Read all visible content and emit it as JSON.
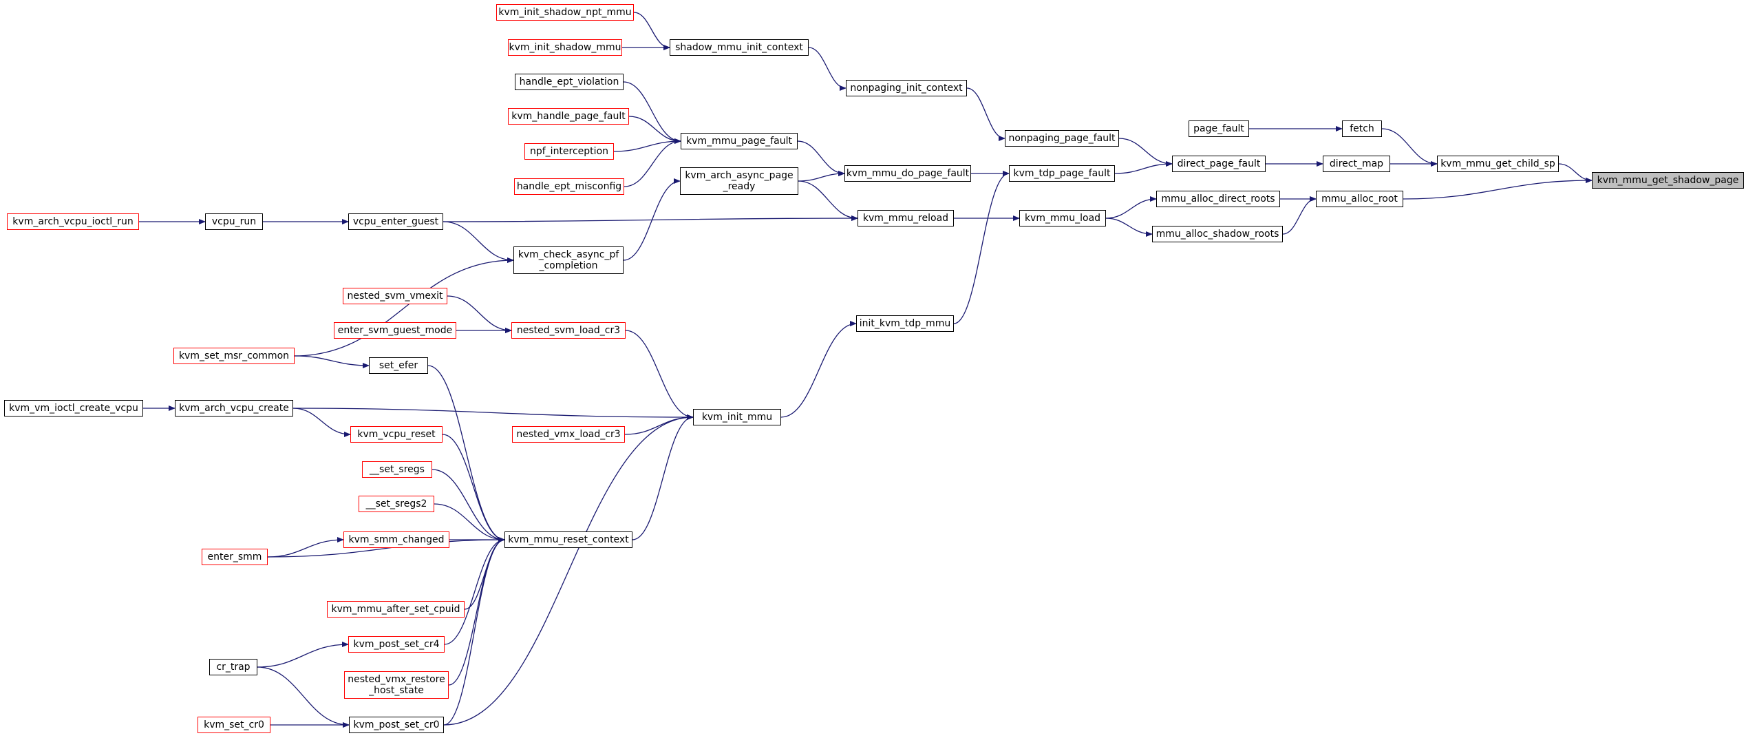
{
  "colors": {
    "edge": "#191970",
    "node_border": "#000000",
    "truncated_border": "#ff0000",
    "target_fill": "#bfbfbf",
    "background": "#ffffff"
  },
  "nodes": {
    "kvm_mmu_get_shadow_page": {
      "label": "kvm_mmu_get_shadow_page",
      "style": "target"
    },
    "kvm_mmu_get_child_sp": {
      "label": "kvm_mmu_get_child_sp",
      "style": "normal"
    },
    "mmu_alloc_root": {
      "label": "mmu_alloc_root",
      "style": "normal"
    },
    "fetch": {
      "label": "fetch",
      "style": "normal"
    },
    "direct_map": {
      "label": "direct_map",
      "style": "normal"
    },
    "mmu_alloc_direct_roots": {
      "label": "mmu_alloc_direct_roots",
      "style": "normal"
    },
    "mmu_alloc_shadow_roots": {
      "label": "mmu_alloc_shadow_roots",
      "style": "normal"
    },
    "page_fault": {
      "label": "page_fault",
      "style": "normal"
    },
    "direct_page_fault": {
      "label": "direct_page_fault",
      "style": "normal"
    },
    "kvm_mmu_load": {
      "label": "kvm_mmu_load",
      "style": "normal"
    },
    "nonpaging_page_fault": {
      "label": "nonpaging_page_fault",
      "style": "normal"
    },
    "kvm_tdp_page_fault": {
      "label": "kvm_tdp_page_fault",
      "style": "normal"
    },
    "nonpaging_init_context": {
      "label": "nonpaging_init_context",
      "style": "normal"
    },
    "shadow_mmu_init_context": {
      "label": "shadow_mmu_init_context",
      "style": "normal"
    },
    "kvm_init_shadow_npt_mmu": {
      "label": "kvm_init_shadow_npt_mmu",
      "style": "truncated"
    },
    "kvm_init_shadow_mmu": {
      "label": "kvm_init_shadow_mmu",
      "style": "truncated"
    },
    "kvm_mmu_do_page_fault": {
      "label": "kvm_mmu_do_page_fault",
      "style": "normal"
    },
    "kvm_mmu_reload": {
      "label": "kvm_mmu_reload",
      "style": "normal"
    },
    "init_kvm_tdp_mmu": {
      "label": "init_kvm_tdp_mmu",
      "style": "normal"
    },
    "kvm_mmu_page_fault": {
      "label": "kvm_mmu_page_fault",
      "style": "normal"
    },
    "kvm_arch_async_page_ready": {
      "label": "kvm_arch_async_page\n_ready",
      "style": "normal"
    },
    "handle_ept_violation": {
      "label": "handle_ept_violation",
      "style": "normal"
    },
    "kvm_handle_page_fault": {
      "label": "kvm_handle_page_fault",
      "style": "truncated"
    },
    "npf_interception": {
      "label": "npf_interception",
      "style": "truncated"
    },
    "handle_ept_misconfig": {
      "label": "handle_ept_misconfig",
      "style": "truncated"
    },
    "kvm_check_async_pf_completion": {
      "label": "kvm_check_async_pf\n_completion",
      "style": "normal"
    },
    "vcpu_enter_guest": {
      "label": "vcpu_enter_guest",
      "style": "normal"
    },
    "vcpu_run": {
      "label": "vcpu_run",
      "style": "normal"
    },
    "kvm_arch_vcpu_ioctl_run": {
      "label": "kvm_arch_vcpu_ioctl_run",
      "style": "truncated"
    },
    "kvm_init_mmu": {
      "label": "kvm_init_mmu",
      "style": "normal"
    },
    "nested_svm_load_cr3": {
      "label": "nested_svm_load_cr3",
      "style": "truncated"
    },
    "nested_svm_vmexit": {
      "label": "nested_svm_vmexit",
      "style": "truncated"
    },
    "enter_svm_guest_mode": {
      "label": "enter_svm_guest_mode",
      "style": "truncated"
    },
    "nested_vmx_load_cr3": {
      "label": "nested_vmx_load_cr3",
      "style": "truncated"
    },
    "kvm_arch_vcpu_create": {
      "label": "kvm_arch_vcpu_create",
      "style": "normal"
    },
    "kvm_vm_ioctl_create_vcpu": {
      "label": "kvm_vm_ioctl_create_vcpu",
      "style": "normal"
    },
    "kvm_mmu_reset_context": {
      "label": "kvm_mmu_reset_context",
      "style": "normal"
    },
    "set_efer": {
      "label": "set_efer",
      "style": "normal"
    },
    "kvm_set_msr_common": {
      "label": "kvm_set_msr_common",
      "style": "truncated"
    },
    "kvm_vcpu_reset": {
      "label": "kvm_vcpu_reset",
      "style": "truncated"
    },
    "__set_sregs": {
      "label": "__set_sregs",
      "style": "truncated"
    },
    "__set_sregs2": {
      "label": "__set_sregs2",
      "style": "truncated"
    },
    "kvm_smm_changed": {
      "label": "kvm_smm_changed",
      "style": "truncated"
    },
    "enter_smm": {
      "label": "enter_smm",
      "style": "truncated"
    },
    "kvm_mmu_after_set_cpuid": {
      "label": "kvm_mmu_after_set_cpuid",
      "style": "truncated"
    },
    "kvm_post_set_cr4": {
      "label": "kvm_post_set_cr4",
      "style": "truncated"
    },
    "nested_vmx_restore_host_state": {
      "label": "nested_vmx_restore\n_host_state",
      "style": "truncated"
    },
    "kvm_post_set_cr0": {
      "label": "kvm_post_set_cr0",
      "style": "normal"
    },
    "cr_trap": {
      "label": "cr_trap",
      "style": "normal"
    },
    "kvm_set_cr0": {
      "label": "kvm_set_cr0",
      "style": "truncated"
    }
  },
  "edges": [
    [
      "kvm_mmu_get_child_sp",
      "kvm_mmu_get_shadow_page"
    ],
    [
      "mmu_alloc_root",
      "kvm_mmu_get_shadow_page"
    ],
    [
      "fetch",
      "kvm_mmu_get_child_sp"
    ],
    [
      "direct_map",
      "kvm_mmu_get_child_sp"
    ],
    [
      "page_fault",
      "fetch"
    ],
    [
      "direct_page_fault",
      "direct_map"
    ],
    [
      "mmu_alloc_direct_roots",
      "mmu_alloc_root"
    ],
    [
      "mmu_alloc_shadow_roots",
      "mmu_alloc_root"
    ],
    [
      "kvm_mmu_load",
      "mmu_alloc_direct_roots"
    ],
    [
      "kvm_mmu_load",
      "mmu_alloc_shadow_roots"
    ],
    [
      "nonpaging_page_fault",
      "direct_page_fault"
    ],
    [
      "kvm_tdp_page_fault",
      "direct_page_fault"
    ],
    [
      "kvm_mmu_reload",
      "kvm_mmu_load"
    ],
    [
      "nonpaging_init_context",
      "nonpaging_page_fault"
    ],
    [
      "shadow_mmu_init_context",
      "nonpaging_init_context"
    ],
    [
      "kvm_init_shadow_npt_mmu",
      "shadow_mmu_init_context"
    ],
    [
      "kvm_init_shadow_mmu",
      "shadow_mmu_init_context"
    ],
    [
      "kvm_mmu_do_page_fault",
      "kvm_tdp_page_fault"
    ],
    [
      "init_kvm_tdp_mmu",
      "kvm_tdp_page_fault"
    ],
    [
      "kvm_mmu_page_fault",
      "kvm_mmu_do_page_fault"
    ],
    [
      "kvm_arch_async_page_ready",
      "kvm_mmu_do_page_fault"
    ],
    [
      "kvm_arch_async_page_ready",
      "kvm_mmu_reload"
    ],
    [
      "vcpu_enter_guest",
      "kvm_mmu_reload"
    ],
    [
      "kvm_init_mmu",
      "init_kvm_tdp_mmu"
    ],
    [
      "handle_ept_violation",
      "kvm_mmu_page_fault"
    ],
    [
      "kvm_handle_page_fault",
      "kvm_mmu_page_fault"
    ],
    [
      "npf_interception",
      "kvm_mmu_page_fault"
    ],
    [
      "handle_ept_misconfig",
      "kvm_mmu_page_fault"
    ],
    [
      "kvm_check_async_pf_completion",
      "kvm_arch_async_page_ready"
    ],
    [
      "vcpu_enter_guest",
      "kvm_check_async_pf_completion"
    ],
    [
      "kvm_set_msr_common",
      "kvm_check_async_pf_completion"
    ],
    [
      "vcpu_run",
      "vcpu_enter_guest"
    ],
    [
      "kvm_arch_vcpu_ioctl_run",
      "vcpu_run"
    ],
    [
      "nested_svm_load_cr3",
      "kvm_init_mmu"
    ],
    [
      "nested_svm_vmexit",
      "nested_svm_load_cr3"
    ],
    [
      "enter_svm_guest_mode",
      "nested_svm_load_cr3"
    ],
    [
      "kvm_arch_vcpu_create",
      "kvm_init_mmu"
    ],
    [
      "nested_vmx_load_cr3",
      "kvm_init_mmu"
    ],
    [
      "kvm_mmu_reset_context",
      "kvm_init_mmu"
    ],
    [
      "kvm_post_set_cr0",
      "kvm_init_mmu"
    ],
    [
      "kvm_vm_ioctl_create_vcpu",
      "kvm_arch_vcpu_create"
    ],
    [
      "kvm_arch_vcpu_create",
      "kvm_vcpu_reset"
    ],
    [
      "kvm_set_msr_common",
      "set_efer"
    ],
    [
      "set_efer",
      "kvm_mmu_reset_context"
    ],
    [
      "kvm_vcpu_reset",
      "kvm_mmu_reset_context"
    ],
    [
      "__set_sregs",
      "kvm_mmu_reset_context"
    ],
    [
      "__set_sregs2",
      "kvm_mmu_reset_context"
    ],
    [
      "kvm_smm_changed",
      "kvm_mmu_reset_context"
    ],
    [
      "enter_smm",
      "kvm_mmu_reset_context"
    ],
    [
      "enter_smm",
      "kvm_smm_changed"
    ],
    [
      "kvm_mmu_after_set_cpuid",
      "kvm_mmu_reset_context"
    ],
    [
      "kvm_post_set_cr4",
      "kvm_mmu_reset_context"
    ],
    [
      "nested_vmx_restore_host_state",
      "kvm_mmu_reset_context"
    ],
    [
      "kvm_post_set_cr0",
      "kvm_mmu_reset_context"
    ],
    [
      "cr_trap",
      "kvm_post_set_cr4"
    ],
    [
      "cr_trap",
      "kvm_post_set_cr0"
    ],
    [
      "kvm_set_cr0",
      "kvm_post_set_cr0"
    ]
  ]
}
